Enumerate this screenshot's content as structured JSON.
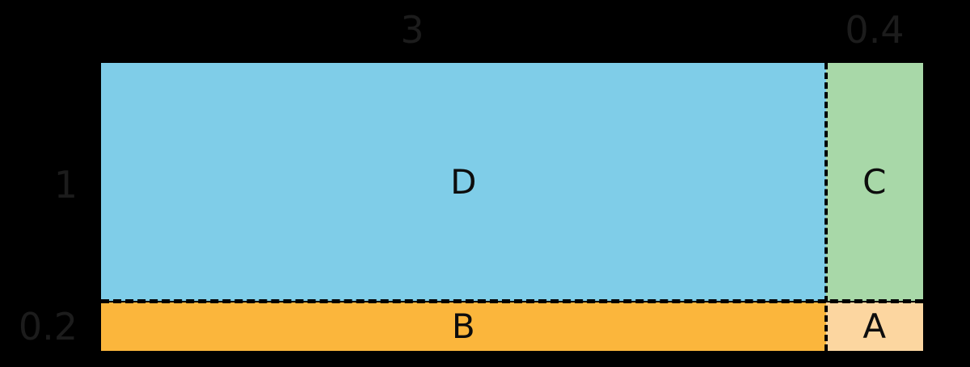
{
  "chart_data": {
    "type": "diagram",
    "subtype": "area-model-rectangle-partition",
    "title": "",
    "outer_rectangle": {
      "width": 3.4,
      "height": 1.2
    },
    "column_dimensions": [
      {
        "label": "3",
        "value": 3
      },
      {
        "label": "0.4",
        "value": 0.4
      }
    ],
    "row_dimensions": [
      {
        "label": "1",
        "value": 1
      },
      {
        "label": "0.2",
        "value": 0.2
      }
    ],
    "regions": [
      {
        "name": "D",
        "width": 3,
        "height": 1,
        "area": 3,
        "color": "#7FCDE8",
        "position": "top-left"
      },
      {
        "name": "C",
        "width": 0.4,
        "height": 1,
        "area": 0.4,
        "color": "#A8D8A8",
        "position": "top-right"
      },
      {
        "name": "B",
        "width": 3,
        "height": 0.2,
        "area": 0.6,
        "color": "#FBB63C",
        "position": "bottom-left"
      },
      {
        "name": "A",
        "width": 0.4,
        "height": 0.2,
        "area": 0.08,
        "color": "#FCD6A0",
        "position": "bottom-right"
      }
    ],
    "grid": false,
    "legend": "none",
    "background": "#000000"
  },
  "diagram": {
    "background_color": "#000000",
    "dimension_label_color": "#1c1c1c",
    "region_label_color": "#0d0d0d",
    "divider_style": "dashed",
    "divider_color": "#000000",
    "labels": {
      "top_width": "3",
      "top_right_width": "0.4",
      "left_height": "1",
      "left_strip_height": "0.2"
    },
    "regions": {
      "top_left": {
        "label": "D",
        "color": "#7FCDE8"
      },
      "top_right": {
        "label": "C",
        "color": "#A8D8A8"
      },
      "bottom_left": {
        "label": "B",
        "color": "#FBB63C"
      },
      "bottom_right": {
        "label": "A",
        "color": "#FCD6A0"
      }
    }
  }
}
